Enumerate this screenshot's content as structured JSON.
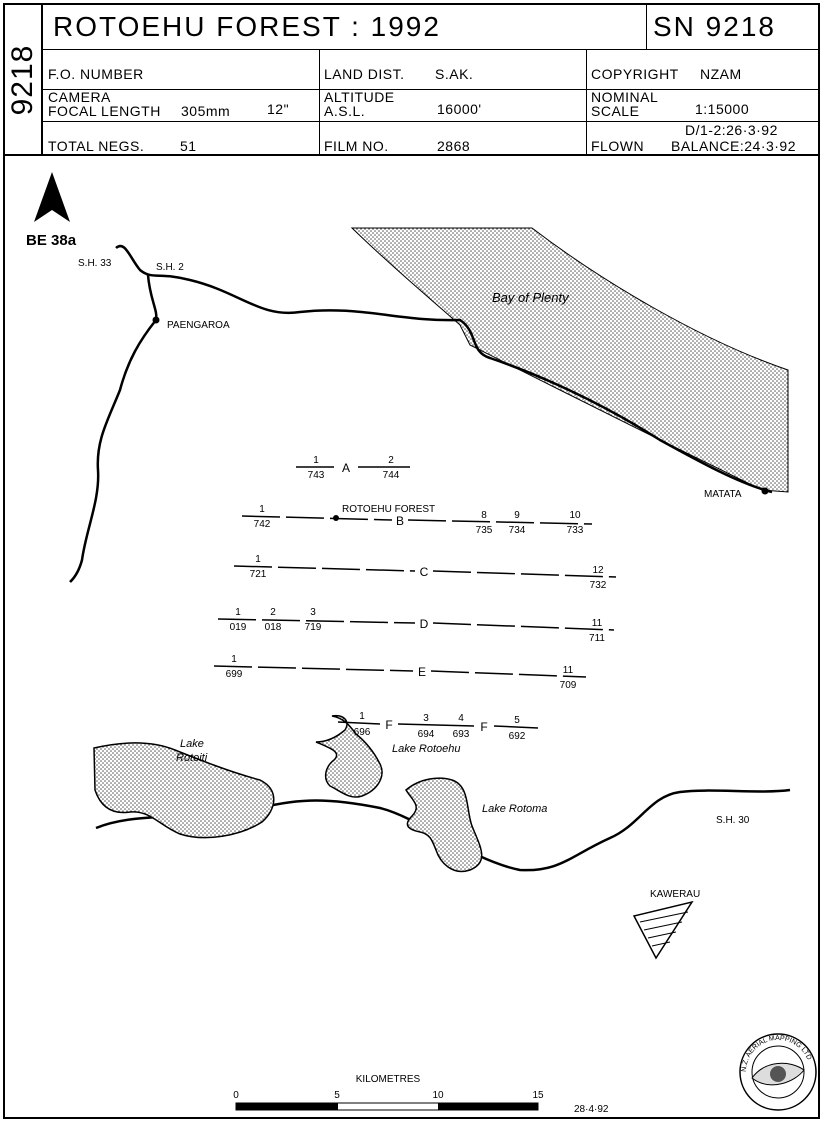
{
  "sheet_code": "9218",
  "title": "ROTOEHU  FOREST : 1992",
  "sn": "SN 9218",
  "fields": {
    "fo_number": "F.O. NUMBER",
    "land_dist_label": "LAND DIST.",
    "land_dist_value": "S.AK.",
    "copyright_label": "COPYRIGHT",
    "copyright_value": "NZAM",
    "camera_label": "CAMERA",
    "focal_label": "FOCAL LENGTH",
    "focal_mm": "305mm",
    "focal_in": "12\"",
    "altitude_label": "ALTITUDE",
    "asl_label": "A.S.L.",
    "altitude_value": "16000'",
    "nominal_label": "NOMINAL",
    "scale_label": "SCALE",
    "scale_value": "1:15000",
    "total_negs_label": "TOTAL NEGS.",
    "total_negs_value": "51",
    "film_no_label": "FILM NO.",
    "film_no_value": "2868",
    "flown_label": "FLOWN",
    "flown_line1": "D/1-2:26·3·92",
    "flown_line2": "BALANCE:24·3·92"
  },
  "map": {
    "north": "N",
    "ref": "BE 38a",
    "places": {
      "sh33": "S.H. 33",
      "sh2": "S.H. 2",
      "sh30": "S.H. 30",
      "paengaroa": "PAENGAROA",
      "matata": "MATATA",
      "kawerau": "KAWERAU",
      "bay": "Bay of Plenty",
      "rotoiti_1": "Lake",
      "rotoiti_2": "Rotoiti",
      "rotoehu_lake": "Lake Rotoehu",
      "rotoma": "Lake Rotoma",
      "forest": "ROTOEHU FOREST"
    },
    "runs": {
      "A": {
        "letter": "A",
        "labels": [
          {
            "n": "1",
            "f": "743"
          },
          {
            "n": "2",
            "f": "744"
          }
        ]
      },
      "B": {
        "letter": "B",
        "labels": [
          {
            "n": "1",
            "f": "742"
          },
          {
            "n": "8",
            "f": "735"
          },
          {
            "n": "9",
            "f": "734"
          },
          {
            "n": "10",
            "f": "733"
          }
        ]
      },
      "C": {
        "letter": "C",
        "labels": [
          {
            "n": "1",
            "f": "721"
          },
          {
            "n": "12",
            "f": "732"
          }
        ]
      },
      "D": {
        "letter": "D",
        "labels": [
          {
            "n": "1",
            "f": "019"
          },
          {
            "n": "2",
            "f": "018"
          },
          {
            "n": "3",
            "f": "719"
          },
          {
            "n": "11",
            "f": "711"
          }
        ]
      },
      "E": {
        "letter": "E",
        "labels": [
          {
            "n": "1",
            "f": "699"
          },
          {
            "n": "11",
            "f": "709"
          }
        ]
      },
      "F": {
        "letter": "F",
        "letter2": "F",
        "labels": [
          {
            "n": "1",
            "f": "696"
          },
          {
            "n": "3",
            "f": "694"
          },
          {
            "n": "4",
            "f": "693"
          },
          {
            "n": "5",
            "f": "692"
          }
        ]
      }
    }
  },
  "scalebar": {
    "label": "KILOMETRES",
    "ticks": [
      "0",
      "5",
      "10",
      "15"
    ],
    "date": "28·4·92"
  },
  "seal": {
    "top": "N.Z. AERIAL MAPPING LTD"
  }
}
